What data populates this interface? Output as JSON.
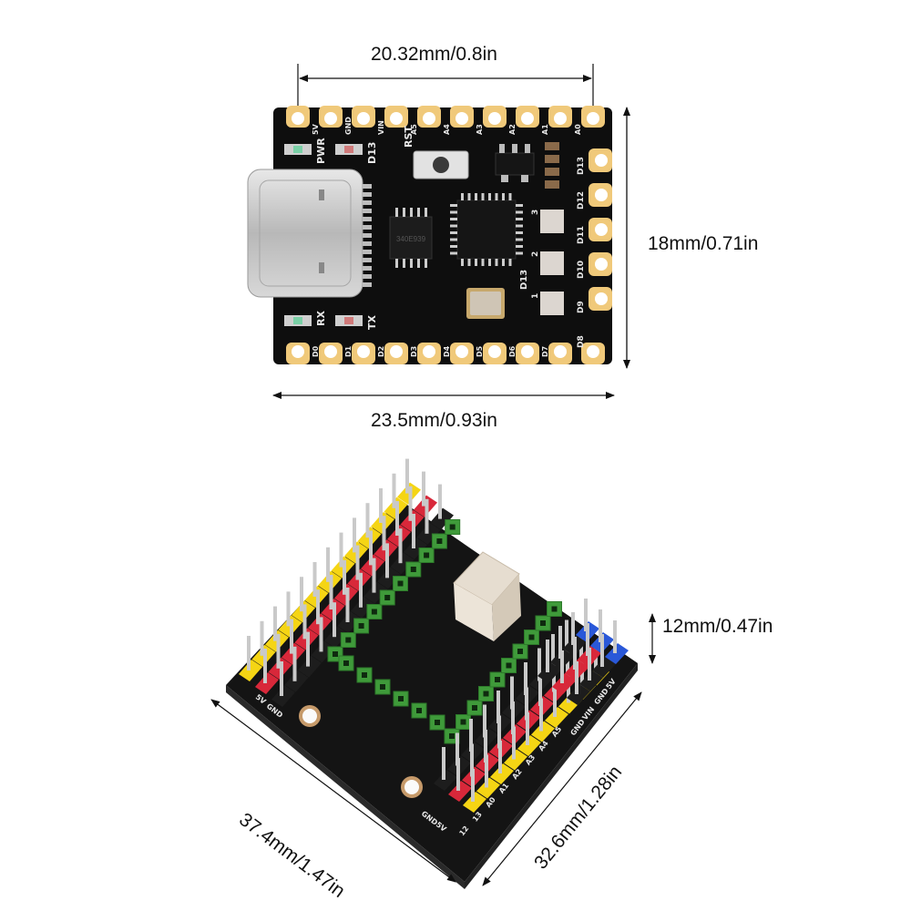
{
  "top_board": {
    "name": "Pro Micro style USB-C microcontroller board",
    "dimensions": {
      "pin_pitch_span": "20.32mm/0.8in",
      "height": "18mm/0.71in",
      "width": "23.5mm/0.93in"
    },
    "labels": {
      "top_pins": [
        "5V",
        "GND",
        "VIN",
        "A5",
        "A4",
        "A3",
        "A2",
        "A1",
        "A0"
      ],
      "right_pins": [
        "D13",
        "D12",
        "D11",
        "D10",
        "D9",
        "D8"
      ],
      "bottom_pins": [
        "D0",
        "D1",
        "D2",
        "D3",
        "D4",
        "D5",
        "D6",
        "D7"
      ],
      "leds": [
        "PWR",
        "D13",
        "RX",
        "TX"
      ],
      "button": "RST",
      "chip_marking": "340E939",
      "pad_numbers": [
        "3",
        "2",
        "1"
      ],
      "pad_label": "D13"
    },
    "colors": {
      "pcb": "#0e0e0e",
      "pad": "#f0c97a",
      "usb": "#c8c8c8"
    }
  },
  "bottom_board": {
    "name": "Expansion shield with pin headers",
    "dimensions": {
      "length": "37.4mm/1.47in",
      "width": "32.6mm/1.28in",
      "height": "12mm/0.47in"
    },
    "labels": {
      "left_header": [
        "5V",
        "GND"
      ],
      "front_header": [
        "5V",
        "GND",
        "12",
        "13",
        "A0",
        "A1",
        "A2",
        "A3",
        "A4",
        "A5"
      ],
      "right_header": [
        "GND",
        "VIN",
        "GND",
        "5V"
      ]
    },
    "colors": {
      "pcb": "#141414",
      "yellow": "#f5d514",
      "red": "#d8283a",
      "black": "#1d1d1d",
      "blue": "#2a58d8",
      "green": "#3f9a3a",
      "connector": "#e6ddd0"
    }
  }
}
